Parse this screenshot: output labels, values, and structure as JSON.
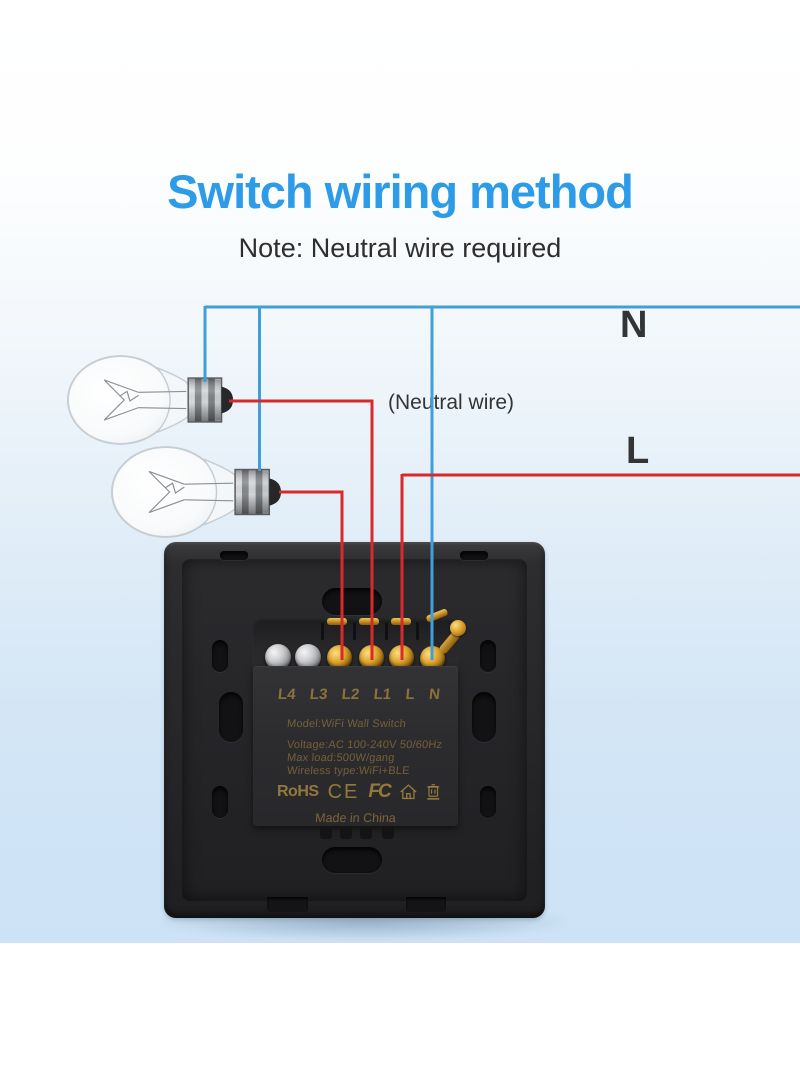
{
  "header": {
    "title": "Switch wiring method",
    "note": "Note: Neutral wire required"
  },
  "wiring": {
    "neutral_label": "N",
    "line_label": "L",
    "neutral_caption": "(Neutral wire)",
    "wire_blue": "#3FA0D9",
    "wire_red": "#D82A2A"
  },
  "colors": {
    "title_blue": "#2D9BE8",
    "background_blue": "#CFE4F6",
    "device_black": "#28282B",
    "brass_gold": "#C9962F"
  },
  "device": {
    "terminal_labels": [
      "L4",
      "L3",
      "L2",
      "L1",
      "L",
      "N"
    ],
    "spec_lines": [
      "Model:WiFi Wall Switch",
      "Voltage:AC 100-240V 50/60Hz",
      "Max load:500W/gang",
      "Wireless type:WiFi+BLE"
    ],
    "certifications": {
      "rohs": "RoHS",
      "ce": "CE",
      "fcc": "FC"
    },
    "made_in": "Made in China"
  }
}
